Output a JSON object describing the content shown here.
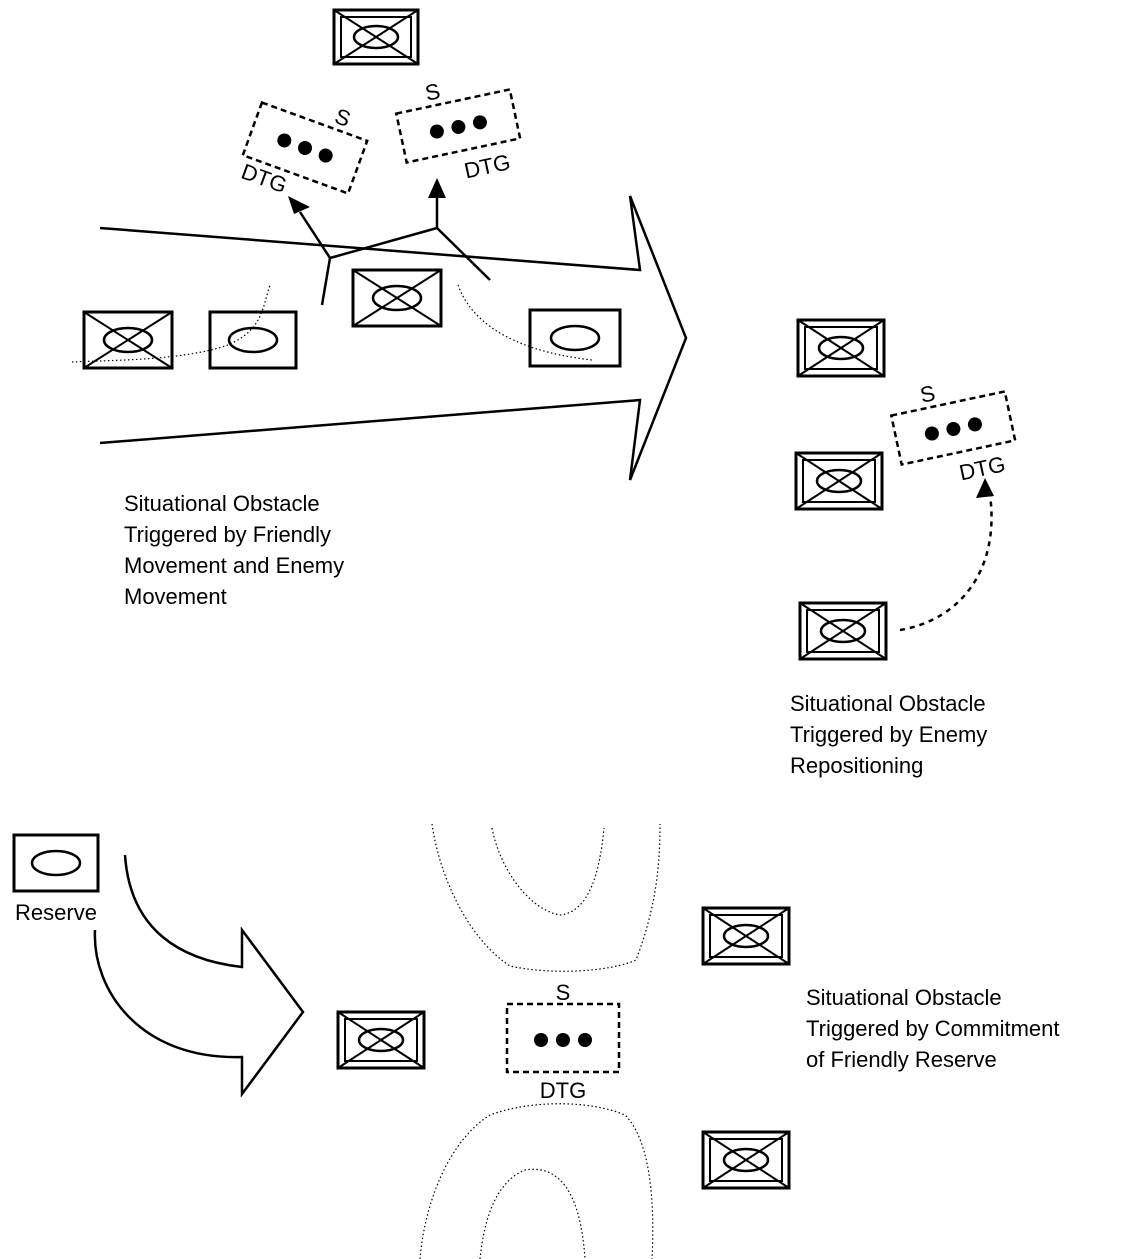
{
  "diagram": {
    "labels": {
      "obstacle_s": "S",
      "obstacle_dtg": "DTG",
      "reserve": "Reserve"
    },
    "captions": {
      "friendly_enemy_movement": [
        "Situational Obstacle",
        "Triggered by Friendly",
        "Movement and Enemy",
        "Movement"
      ],
      "enemy_repositioning": [
        "Situational Obstacle",
        "Triggered by Enemy",
        "Repositioning"
      ],
      "friendly_reserve": [
        "Situational Obstacle",
        "Triggered by Commitment",
        "of Friendly Reserve"
      ]
    }
  }
}
